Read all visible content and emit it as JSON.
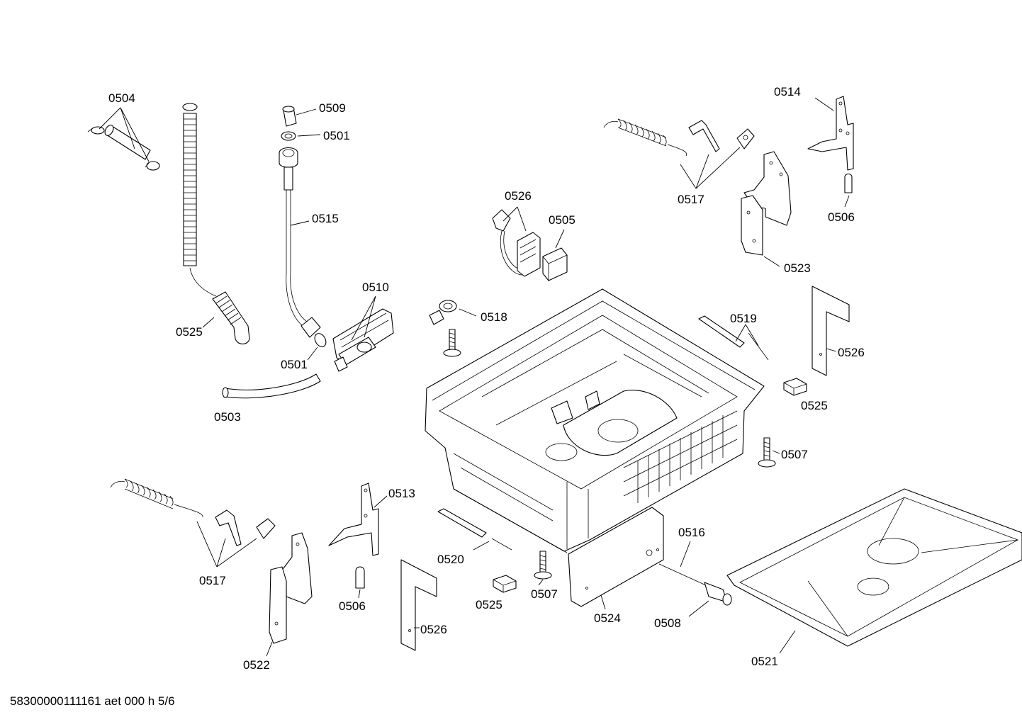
{
  "document_reference": "58300000111161 aet 000 h 5/6",
  "callouts": [
    "0504",
    "0509",
    "0501",
    "0515",
    "0525",
    "0510",
    "0501",
    "0503",
    "0526",
    "0505",
    "0518",
    "0517",
    "0514",
    "0506",
    "0523",
    "0519",
    "0526",
    "0525",
    "0507",
    "0513",
    "0517",
    "0520",
    "0525",
    "0507",
    "0506",
    "0526",
    "0522",
    "0516",
    "0524",
    "0508",
    "0521"
  ]
}
